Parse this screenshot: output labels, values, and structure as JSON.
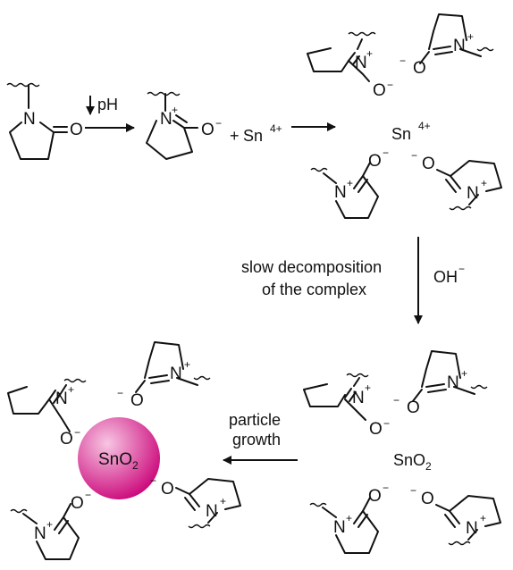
{
  "atoms": {
    "nitrogen": "N",
    "oxygen": "O",
    "plus": "+",
    "minus": "−"
  },
  "step1": {
    "ph_label": "pH"
  },
  "step2": {
    "plus_sign": "+",
    "sn_symbol": "Sn",
    "sn_charge": "4+"
  },
  "complex": {
    "sn_symbol": "Sn",
    "sn_charge": "4+"
  },
  "decomposition": {
    "line1": "slow decomposition",
    "line2": "of the complex",
    "hydroxide": "OH",
    "hydroxide_charge": "−"
  },
  "intermediate": {
    "sno2_main": "SnO",
    "sno2_sub": "2"
  },
  "growth": {
    "line1": "particle",
    "line2": "growth"
  },
  "particle": {
    "main": "SnO",
    "sub": "2",
    "color_center": "#f7c6e3",
    "color_edge": "#cc0a7c"
  }
}
